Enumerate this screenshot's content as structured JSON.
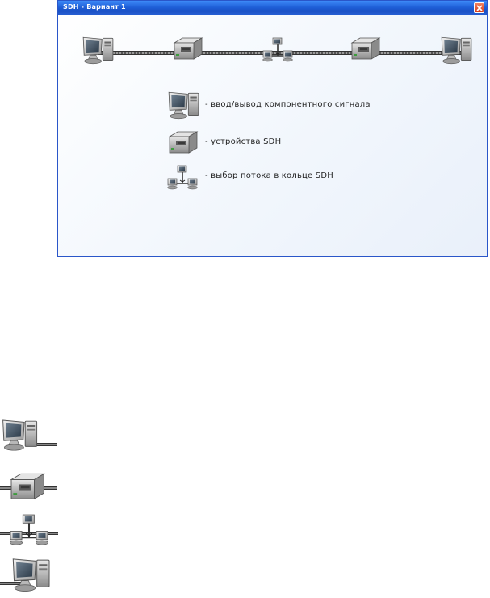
{
  "window": {
    "title": "SDH - Вариант 1",
    "close_label": "close"
  },
  "diagram": {
    "nodes": [
      {
        "type": "computer",
        "icon": "computer-icon"
      },
      {
        "type": "sdh-device",
        "icon": "sdh-device-icon"
      },
      {
        "type": "stream-select",
        "icon": "network-branch-icon"
      },
      {
        "type": "sdh-device",
        "icon": "sdh-device-icon"
      },
      {
        "type": "computer",
        "icon": "computer-icon"
      }
    ]
  },
  "legend": [
    {
      "icon": "computer-icon",
      "text": "- ввод/вывод компонентного сигнала"
    },
    {
      "icon": "sdh-device-icon",
      "text": "- устройства SDH"
    },
    {
      "icon": "network-branch-icon",
      "text": "- выбор потока в кольце SDH"
    }
  ],
  "palette": [
    "computer-icon",
    "sdh-device-icon",
    "network-branch-icon",
    "computer-icon"
  ]
}
